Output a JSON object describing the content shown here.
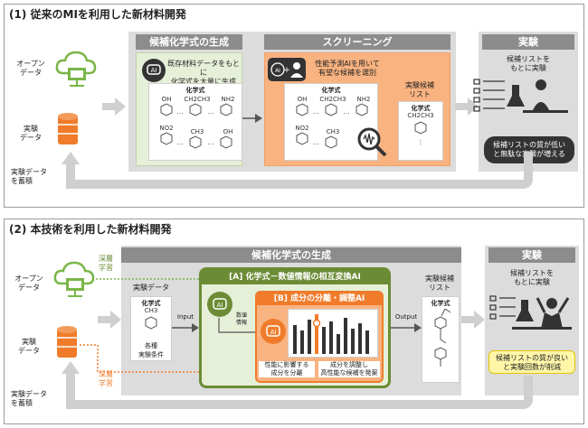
{
  "section1": {
    "title": "(1) 従来のMIを利用した新材料開発",
    "open_data": "オープン\nデータ",
    "exp_data": "実験\nデータ",
    "accumulate": "実験データ\nを蓄積",
    "gen_header": "候補化学式の生成",
    "gen_desc": "既存材料データをもとに\n化学式を大量に生成",
    "formula_label": "化学式",
    "screen_header": "スクリーニング",
    "screen_desc": "性能予測AIを用いて\n有望な候補を選別",
    "cand_list": "実験候補\nリスト",
    "cand_formula": "化学式",
    "exp_header": "実験",
    "exp_desc": "候補リストを\nもとに実験",
    "bubble": "候補リストの質が低い\nと無駄な実験が増える"
  },
  "section2": {
    "title": "(2) 本技術を利用した新材料開発",
    "deep_learning": "深層\n学習",
    "open_data": "オープン\nデータ",
    "exp_data": "実験\nデータ",
    "accumulate": "実験データ\nを蓄積",
    "gen_header": "候補化学式の生成",
    "exp_data_card_title": "実験データ",
    "exp_data_formula": "化学式",
    "exp_data_conditions": "各種\n実験条件",
    "input": "Input",
    "output": "Output",
    "ai_a": "[A] 化学式－数値情報の相互変換AI",
    "ai_b": "[B] 成分の分離・調整AI",
    "numeric_info": "数値\n情報",
    "sep_text": "性能に影響する\n成分を分離",
    "adj_text": "成分を調整し\n高性能な候補を発案",
    "cand_list": "実験候補\nリスト",
    "cand_formula": "化学式",
    "exp_header": "実験",
    "exp_desc": "候補リストを\nもとに実験",
    "bubble": "候補リストの質が良い\nと実験回数が削減"
  },
  "labels": {
    "ai_badge": "AI"
  },
  "colors": {
    "green": "#8cc63f",
    "orange": "#f07c2b",
    "grey_header": "#8c8c8c",
    "arrow": "#cfcfcf",
    "dark_green": "#6b8c35"
  }
}
